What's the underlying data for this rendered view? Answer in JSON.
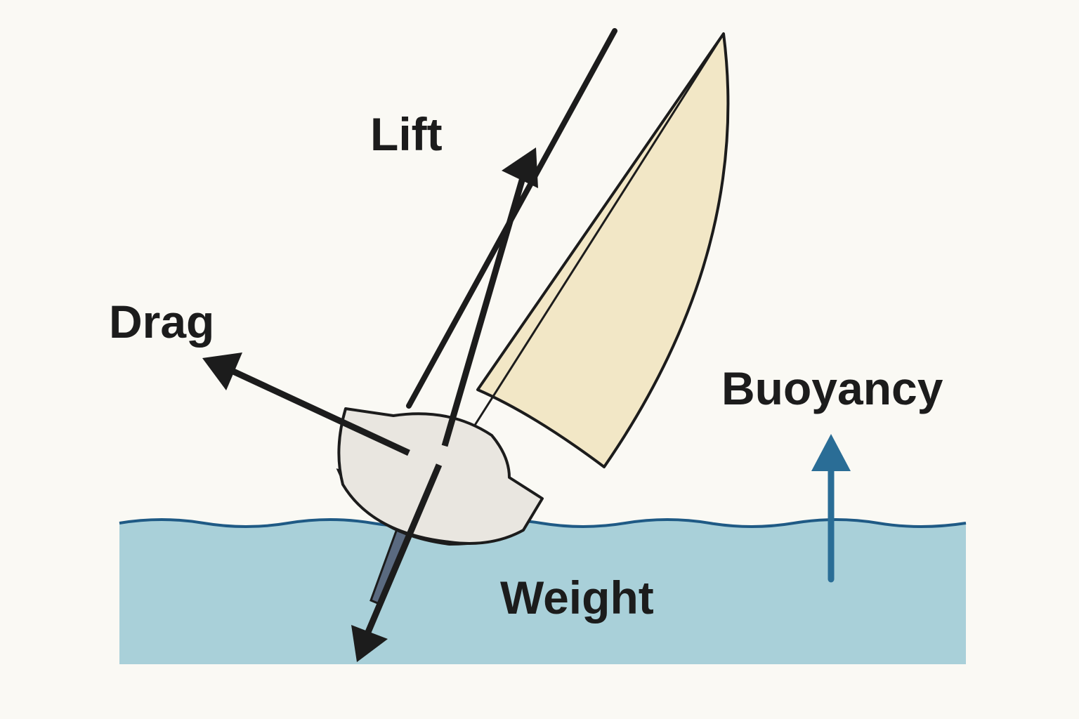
{
  "title": "Forces on a sailboat",
  "labels": {
    "lift": "Lift",
    "drag": "Drag",
    "buoyancy": "Buoyancy",
    "weight": "Weight"
  },
  "colors": {
    "background": "#faf9f4",
    "water": "#a9d0d9",
    "water_line": "#1f5a85",
    "sail": "#f2e7c6",
    "hull": "#e9e6e0",
    "hull_bottom": "#5a6a80",
    "arrow": "#1c1c1c",
    "buoyancy_arrow": "#2a6d96"
  }
}
